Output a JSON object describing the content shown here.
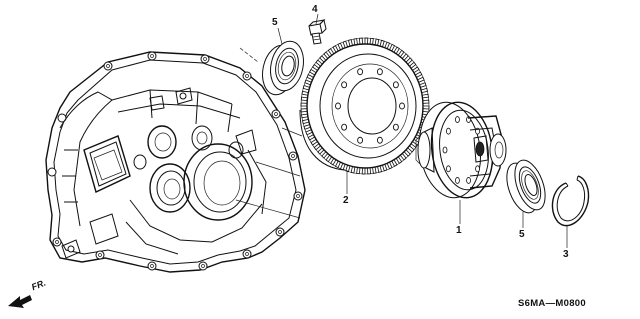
{
  "diagram": {
    "callouts": [
      {
        "id": "c1",
        "label": "1"
      },
      {
        "id": "c2",
        "label": "2"
      },
      {
        "id": "c3",
        "label": "3"
      },
      {
        "id": "c4",
        "label": "4"
      },
      {
        "id": "c5a",
        "label": "5"
      },
      {
        "id": "c5b",
        "label": "5"
      }
    ],
    "diagram_code": "S6MA—M0800",
    "direction_label": "FR."
  }
}
